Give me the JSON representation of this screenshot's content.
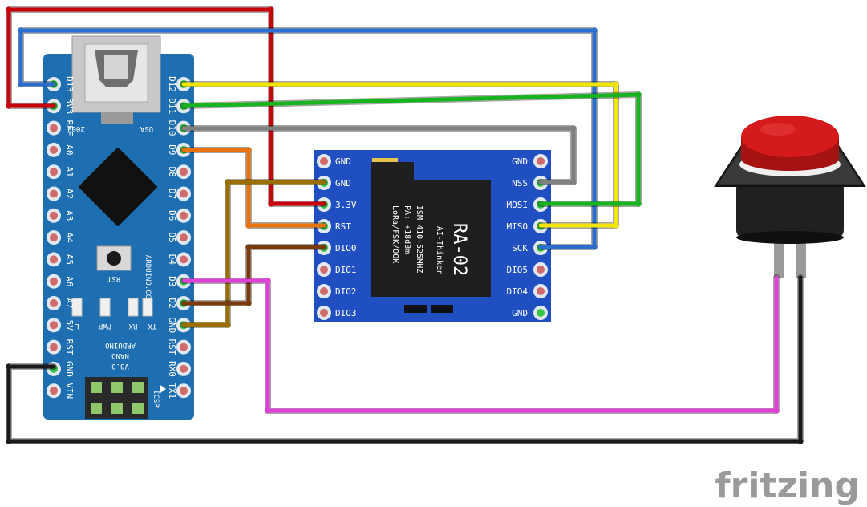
{
  "arduino": {
    "top_pins": [
      "D13",
      "3V3",
      "REF",
      "A0",
      "A1",
      "A2",
      "A3",
      "A4",
      "A5",
      "A6",
      "A7",
      "5V",
      "RST",
      "GND",
      "VIN"
    ],
    "bottom_pins": [
      "D12",
      "D11",
      "D10",
      "D9",
      "D8",
      "D7",
      "D6",
      "D5",
      "D4",
      "D3",
      "D2",
      "GND",
      "RST",
      "RX0",
      "TX1"
    ],
    "usb_year": "2009",
    "usb_label": "USA",
    "rst_button": "RST",
    "brand": "ARDUINO.CC",
    "name_line1": "ARDUINO",
    "name_line2": "NANO",
    "name_line3": "V3.0",
    "led_labels": [
      "L",
      "PWR",
      "RX",
      "TX"
    ],
    "icsp": "ICSP"
  },
  "ra02": {
    "left_pins": [
      "GND",
      "GND",
      "3.3V",
      "RST",
      "DIO0",
      "DIO1",
      "DIO2",
      "DIO3"
    ],
    "right_pins": [
      "GND",
      "NSS",
      "MOSI",
      "MISO",
      "SCK",
      "DIO5",
      "DIO4",
      "GND"
    ],
    "title": "RA-02",
    "maker": "AI-Thinker",
    "spec1": "ISM 410-525MHZ",
    "spec2": "PA: +18dBm",
    "spec3": "LoRa/FSK/OOK"
  },
  "colors": {
    "red": "#c8000a",
    "blue": "#2a6fce",
    "yellow": "#f2e600",
    "green": "#18b420",
    "gray": "#808080",
    "orange": "#e8720c",
    "olive": "#9a6e00",
    "brown": "#7a3a0a",
    "magenta": "#e040d8",
    "black": "#1a1a1a",
    "board_blue": "#1d6fb2",
    "module_blue": "#1f4fc0"
  },
  "logo": "fritzing"
}
